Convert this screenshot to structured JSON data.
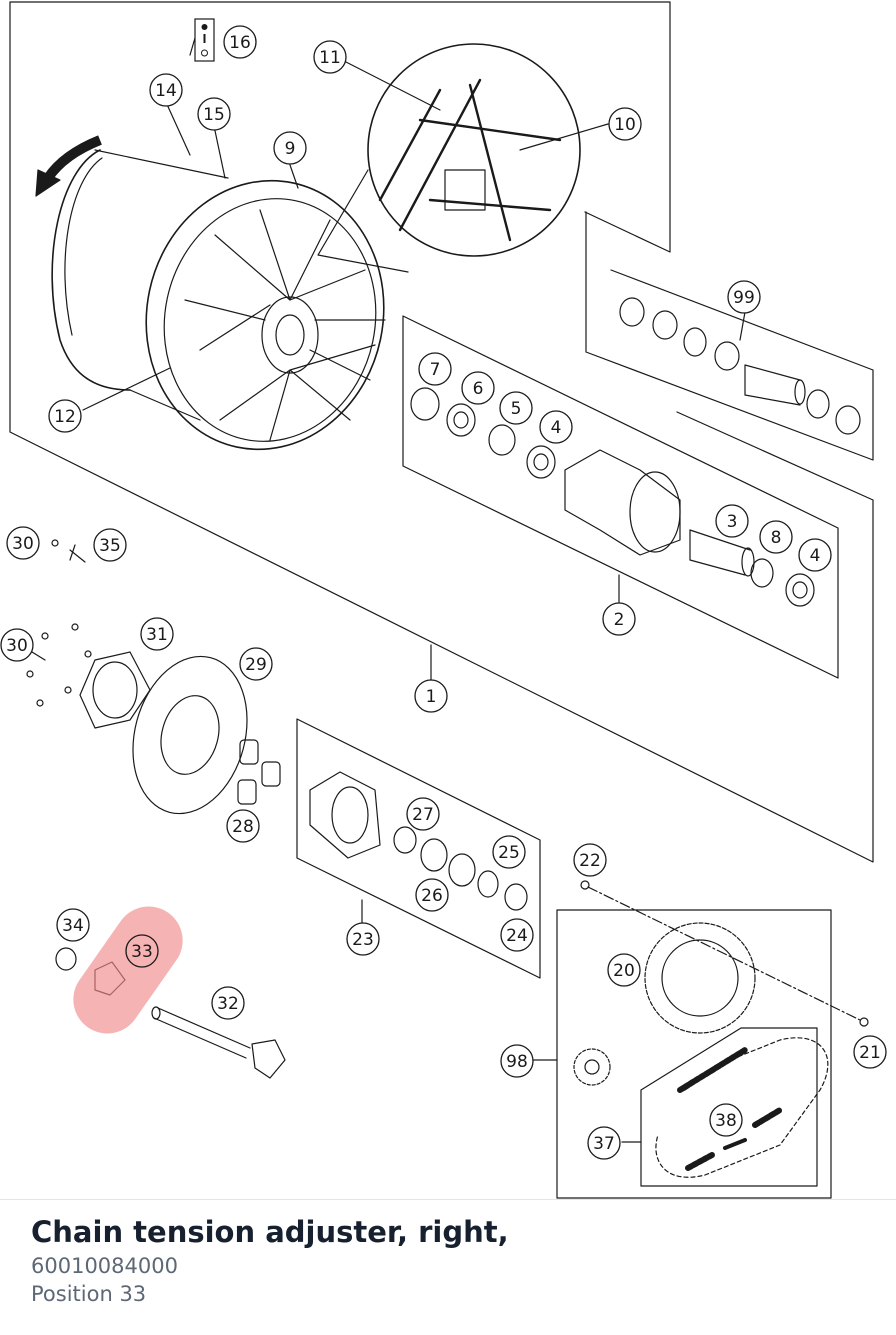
{
  "diagram": {
    "callouts": [
      {
        "id": "c16",
        "label": "16"
      },
      {
        "id": "c14",
        "label": "14"
      },
      {
        "id": "c15",
        "label": "15"
      },
      {
        "id": "c9",
        "label": "9"
      },
      {
        "id": "c11",
        "label": "11"
      },
      {
        "id": "c10",
        "label": "10"
      },
      {
        "id": "c99",
        "label": "99"
      },
      {
        "id": "c12",
        "label": "12"
      },
      {
        "id": "c7",
        "label": "7"
      },
      {
        "id": "c6",
        "label": "6"
      },
      {
        "id": "c5",
        "label": "5"
      },
      {
        "id": "c4a",
        "label": "4"
      },
      {
        "id": "c3",
        "label": "3"
      },
      {
        "id": "c8",
        "label": "8"
      },
      {
        "id": "c4b",
        "label": "4"
      },
      {
        "id": "c2",
        "label": "2"
      },
      {
        "id": "c30a",
        "label": "30"
      },
      {
        "id": "c35",
        "label": "35"
      },
      {
        "id": "c30b",
        "label": "30"
      },
      {
        "id": "c31",
        "label": "31"
      },
      {
        "id": "c29",
        "label": "29"
      },
      {
        "id": "c1",
        "label": "1"
      },
      {
        "id": "c28",
        "label": "28"
      },
      {
        "id": "c27",
        "label": "27"
      },
      {
        "id": "c25",
        "label": "25"
      },
      {
        "id": "c26",
        "label": "26"
      },
      {
        "id": "c24",
        "label": "24"
      },
      {
        "id": "c23",
        "label": "23"
      },
      {
        "id": "c22",
        "label": "22"
      },
      {
        "id": "c20",
        "label": "20"
      },
      {
        "id": "c21",
        "label": "21"
      },
      {
        "id": "c34",
        "label": "34"
      },
      {
        "id": "c33",
        "label": "33"
      },
      {
        "id": "c32",
        "label": "32"
      },
      {
        "id": "c98",
        "label": "98"
      },
      {
        "id": "c38",
        "label": "38"
      },
      {
        "id": "c37",
        "label": "37"
      }
    ],
    "highlight": {
      "label": "33",
      "color": "#f08a8a"
    }
  },
  "part": {
    "name": "Chain tension adjuster, right,",
    "number": "60010084000",
    "position": "Position 33"
  },
  "colors": {
    "title": "#16202e",
    "secondary": "#5d6876",
    "line": "#1a1a1a"
  }
}
